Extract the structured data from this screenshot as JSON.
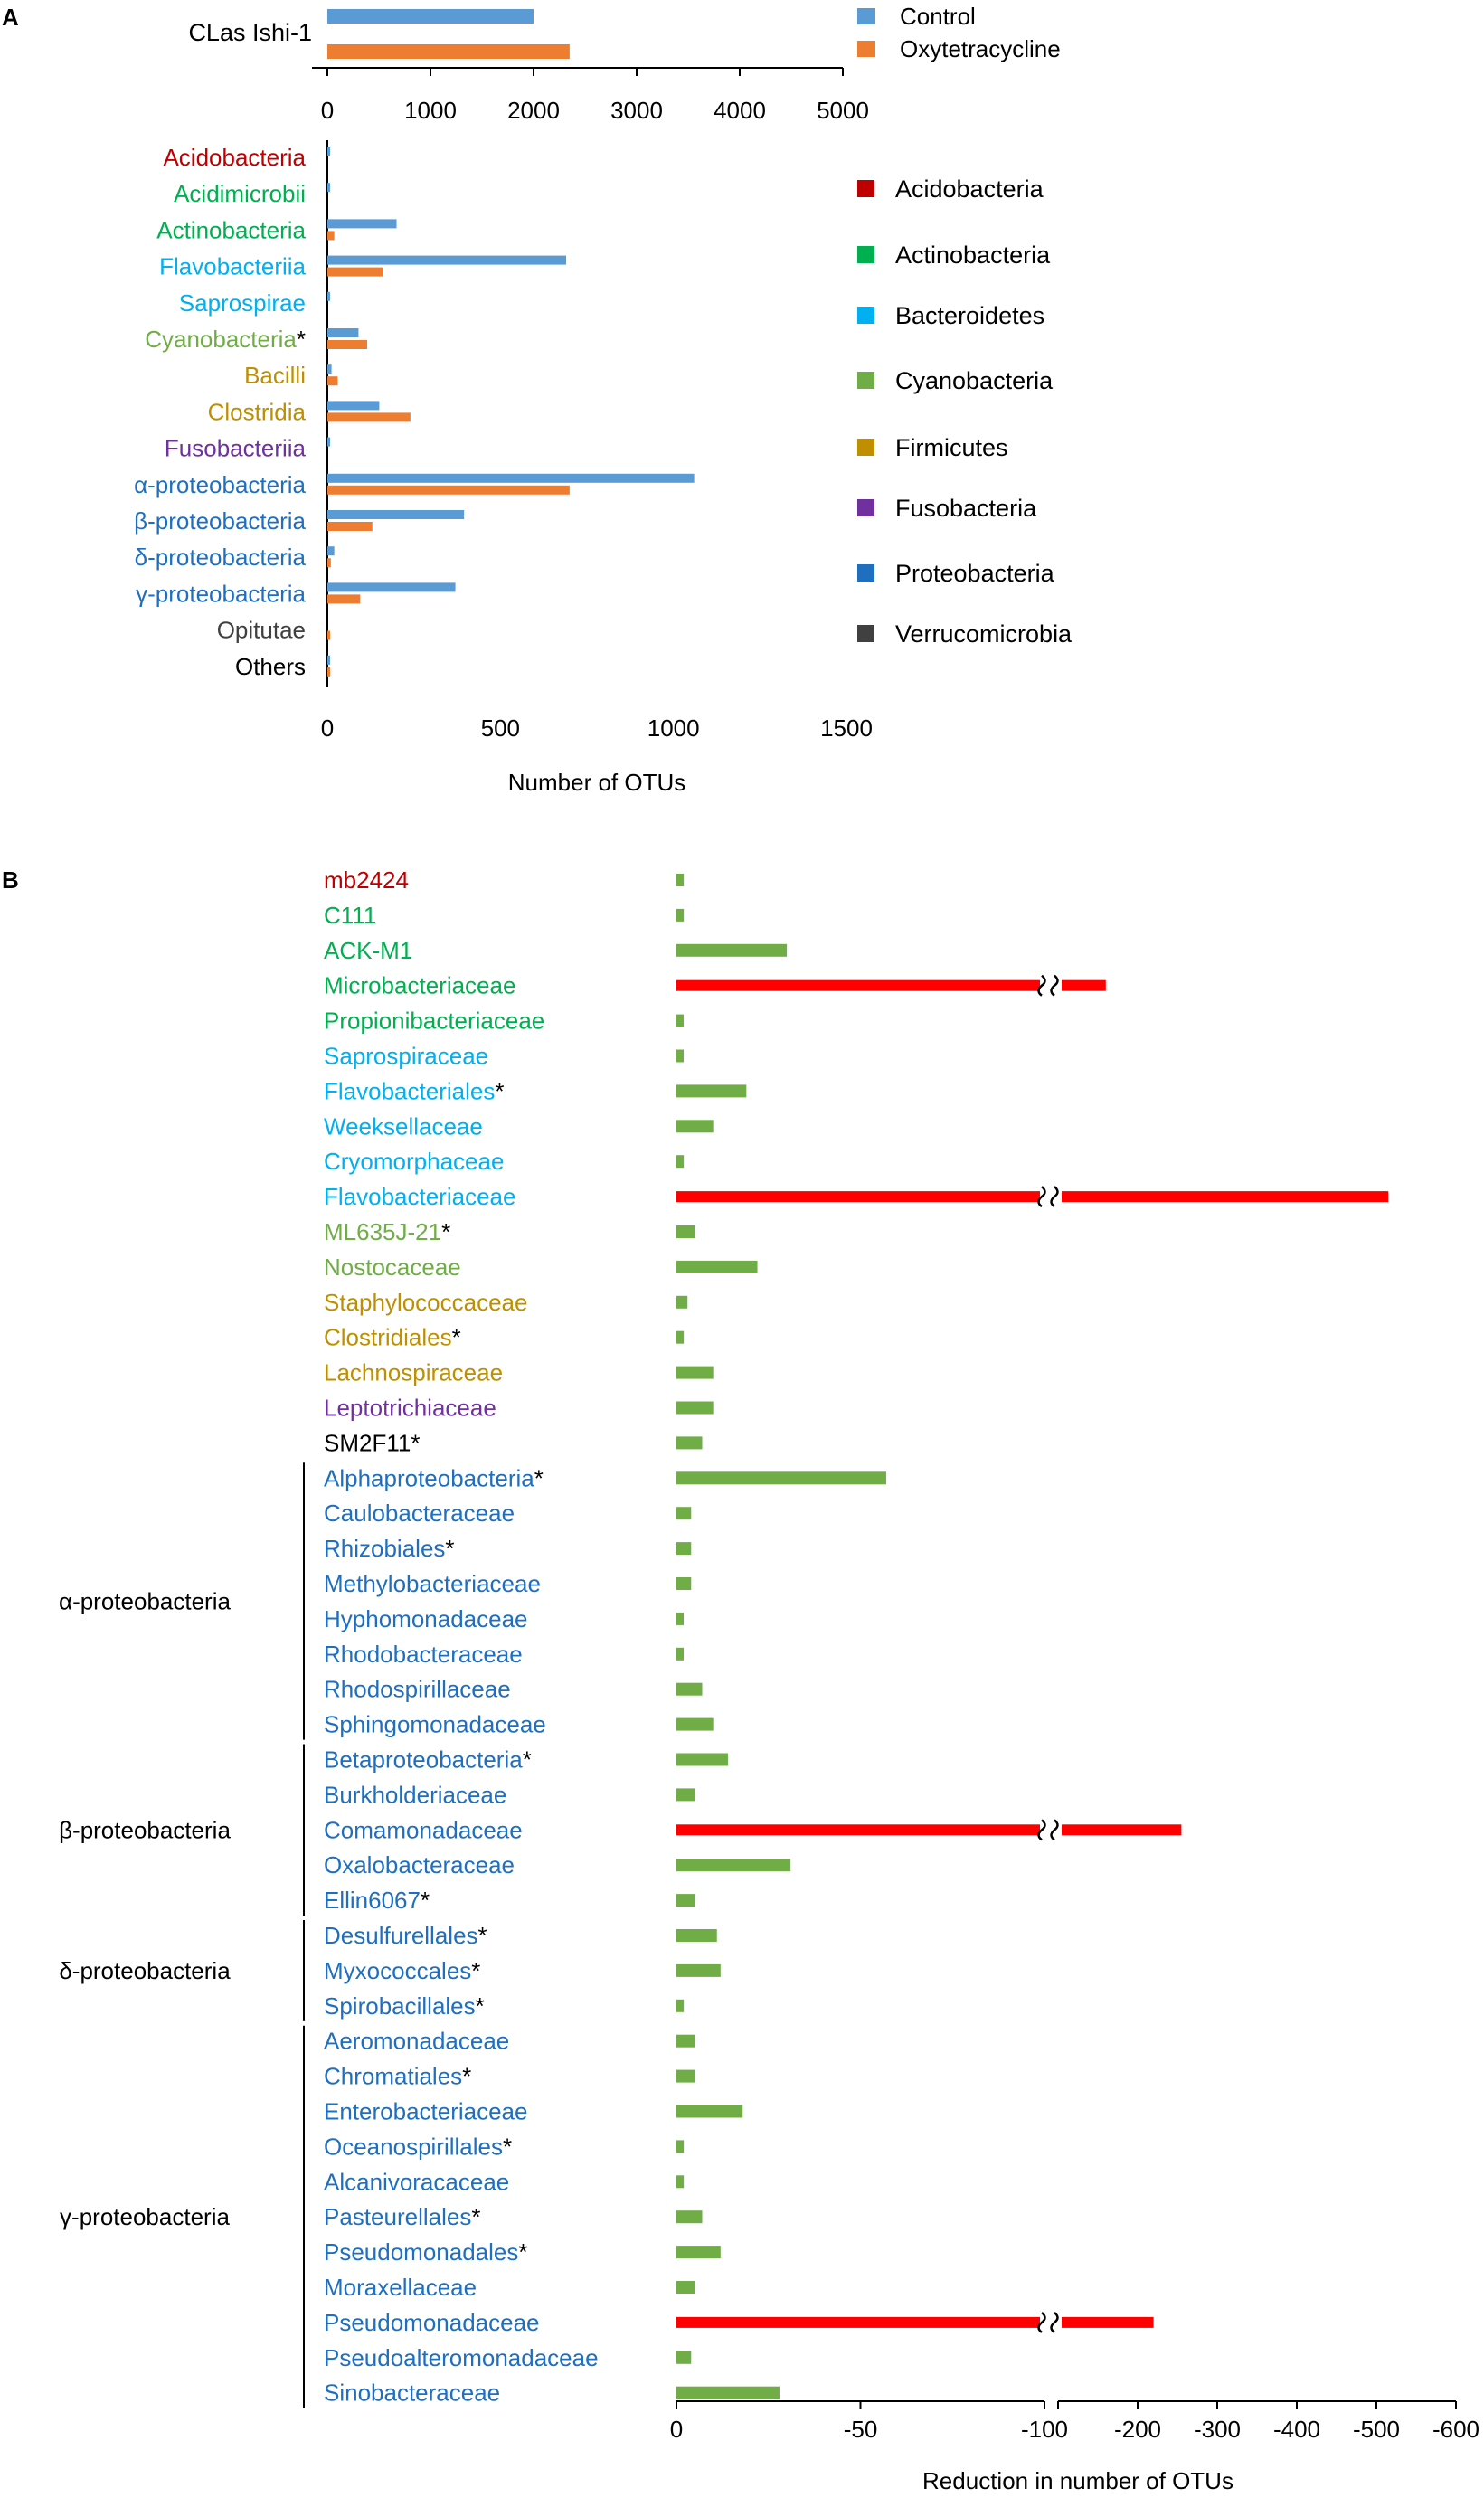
{
  "panel_labels": {
    "a": "A",
    "b": "B"
  },
  "colors": {
    "control": "#5b9bd5",
    "oxytetracycline": "#ed7d31",
    "increase": "#70ad47",
    "decrease": "#ff0000",
    "Acidobacteria": "#c00000",
    "Actinobacteria": "#00b050",
    "Bacteroidetes": "#00b0f0",
    "Cyanobacteria": "#70ad47",
    "Firmicutes": "#bf8f00",
    "Fusobacteria": "#7030a0",
    "Proteobacteria": "#1f6fc0",
    "Verrucomicrobia": "#404040",
    "black": "#000000"
  },
  "legend_top": [
    {
      "label": "Control",
      "key": "control"
    },
    {
      "label": "Oxytetracycline",
      "key": "oxytetracycline"
    }
  ],
  "legend_phyla": [
    {
      "label": "Acidobacteria",
      "key": "Acidobacteria"
    },
    {
      "label": "Actinobacteria",
      "key": "Actinobacteria"
    },
    {
      "label": "Bacteroidetes",
      "key": "Bacteroidetes"
    },
    {
      "label": "Cyanobacteria",
      "key": "Cyanobacteria"
    },
    {
      "label": "Firmicutes",
      "key": "Firmicutes"
    },
    {
      "label": "Fusobacteria",
      "key": "Fusobacteria"
    },
    {
      "label": "Proteobacteria",
      "key": "Proteobacteria"
    },
    {
      "label": "Verrucomicrobia",
      "key": "Verrucomicrobia"
    }
  ],
  "chart_data": [
    {
      "panel": "A",
      "type": "bar",
      "orientation": "horizontal",
      "categories": [
        "CLas Ishi-1"
      ],
      "category_colors": [
        "black"
      ],
      "series": [
        {
          "name": "Control",
          "values": [
            2000
          ]
        },
        {
          "name": "Oxytetracycline",
          "values": [
            2350
          ]
        }
      ],
      "xlim": [
        0,
        5000
      ],
      "xticks": [
        0,
        1000,
        2000,
        3000,
        4000,
        5000
      ],
      "xlabel": ""
    },
    {
      "panel": "A",
      "type": "bar",
      "orientation": "horizontal",
      "categories": [
        "Acidobacteria",
        "Acidimicrobii",
        "Actinobacteria",
        "Flavobacteriia",
        "Saprospirae",
        "Cyanobacteria*",
        "Bacilli",
        "Clostridia",
        "Fusobacteriia",
        "α-proteobacteria",
        "β-proteobacteria",
        "δ-proteobacteria",
        "γ-proteobacteria",
        "Opitutae",
        "Others"
      ],
      "category_colors": [
        "Acidobacteria",
        "Actinobacteria",
        "Actinobacteria",
        "Bacteroidetes",
        "Bacteroidetes",
        "Cyanobacteria",
        "Firmicutes",
        "Firmicutes",
        "Fusobacteria",
        "Proteobacteria",
        "Proteobacteria",
        "Proteobacteria",
        "Proteobacteria",
        "Verrucomicrobia",
        "black"
      ],
      "series": [
        {
          "name": "Control",
          "values": [
            8,
            5,
            200,
            690,
            8,
            90,
            12,
            150,
            5,
            1060,
            395,
            20,
            370,
            0,
            5
          ]
        },
        {
          "name": "Oxytetracycline",
          "values": [
            0,
            0,
            20,
            160,
            0,
            115,
            30,
            240,
            0,
            700,
            130,
            10,
            95,
            5,
            5
          ]
        }
      ],
      "xlim": [
        0,
        1500
      ],
      "xticks": [
        0,
        500,
        1000,
        1500
      ],
      "xlabel": "Number of OTUs"
    },
    {
      "panel": "B",
      "type": "bar",
      "orientation": "horizontal",
      "categories": [
        "mb2424",
        "C111",
        "ACK-M1",
        "Microbacteriaceae",
        "Propionibacteriaceae",
        "Saprospiraceae",
        "Flavobacteriales*",
        "Weeksellaceae",
        "Cryomorphaceae",
        "Flavobacteriaceae",
        "ML635J-21*",
        "Nostocaceae",
        "Staphylococcaceae",
        "Clostridiales*",
        "Lachnospiraceae",
        "Leptotrichiaceae",
        "SM2F11*",
        "Alphaproteobacteria*",
        "Caulobacteraceae",
        "Rhizobiales*",
        "Methylobacteriaceae",
        "Hyphomonadaceae",
        "Rhodobacteraceae",
        "Rhodospirillaceae",
        "Sphingomonadaceae",
        "Betaproteobacteria*",
        "Burkholderiaceae",
        "Comamonadaceae",
        "Oxalobacteraceae",
        "Ellin6067*",
        "Desulfurellales*",
        "Myxococcales*",
        "Spirobacillales*",
        "Aeromonadaceae",
        "Chromatiales*",
        "Enterobacteriaceae",
        "Oceanospirillales*",
        "Alcanivoracaceae",
        "Pasteurellales*",
        "Pseudomonadales*",
        "Moraxellaceae",
        "Pseudomonadaceae",
        "Pseudoalteromonadaceae",
        "Sinobacteraceae"
      ],
      "category_colors": [
        "Acidobacteria",
        "Actinobacteria",
        "Actinobacteria",
        "Actinobacteria",
        "Actinobacteria",
        "Bacteroidetes",
        "Bacteroidetes",
        "Bacteroidetes",
        "Bacteroidetes",
        "Bacteroidetes",
        "Cyanobacteria",
        "Cyanobacteria",
        "Firmicutes",
        "Firmicutes",
        "Firmicutes",
        "Fusobacteria",
        "black",
        "Proteobacteria",
        "Proteobacteria",
        "Proteobacteria",
        "Proteobacteria",
        "Proteobacteria",
        "Proteobacteria",
        "Proteobacteria",
        "Proteobacteria",
        "Proteobacteria",
        "Proteobacteria",
        "Proteobacteria",
        "Proteobacteria",
        "Proteobacteria",
        "Proteobacteria",
        "Proteobacteria",
        "Proteobacteria",
        "Proteobacteria",
        "Proteobacteria",
        "Proteobacteria",
        "Proteobacteria",
        "Proteobacteria",
        "Proteobacteria",
        "Proteobacteria",
        "Proteobacteria",
        "Proteobacteria",
        "Proteobacteria",
        "Proteobacteria"
      ],
      "values": [
        -2,
        -2,
        -30,
        -160,
        -1,
        -1,
        -19,
        -10,
        -2,
        -515,
        -5,
        -22,
        -3,
        -2,
        -10,
        -10,
        -7,
        -57,
        -4,
        -4,
        -4,
        -1,
        -1,
        -7,
        -10,
        -14,
        -5,
        -255,
        -31,
        -5,
        -11,
        -12,
        -2,
        -5,
        -5,
        -18,
        -2,
        -2,
        -7,
        -12,
        -5,
        -220,
        -4,
        -28
      ],
      "bar_colors": [
        "increase",
        "increase",
        "increase",
        "decrease",
        "increase",
        "increase",
        "increase",
        "increase",
        "increase",
        "decrease",
        "increase",
        "increase",
        "increase",
        "increase",
        "increase",
        "increase",
        "increase",
        "increase",
        "increase",
        "increase",
        "increase",
        "increase",
        "increase",
        "increase",
        "increase",
        "increase",
        "increase",
        "decrease",
        "increase",
        "increase",
        "increase",
        "increase",
        "increase",
        "increase",
        "increase",
        "increase",
        "increase",
        "increase",
        "increase",
        "increase",
        "increase",
        "decrease",
        "increase",
        "increase"
      ],
      "groups": [
        {
          "label": "α-proteobacteria",
          "from": 17,
          "to": 24
        },
        {
          "label": "β-proteobacteria",
          "from": 25,
          "to": 29
        },
        {
          "label": "δ-proteobacteria",
          "from": 30,
          "to": 32
        },
        {
          "label": "γ-proteobacteria",
          "from": 33,
          "to": 43
        }
      ],
      "xticks_left": [
        "0",
        "-50",
        "-100"
      ],
      "xticks_right": [
        "-200",
        "-300",
        "-400",
        "-500",
        "-600"
      ],
      "axis_break": [
        -100,
        -100
      ],
      "xlim": [
        0,
        -600
      ],
      "xlabel": "Reduction in number of OTUs"
    }
  ]
}
